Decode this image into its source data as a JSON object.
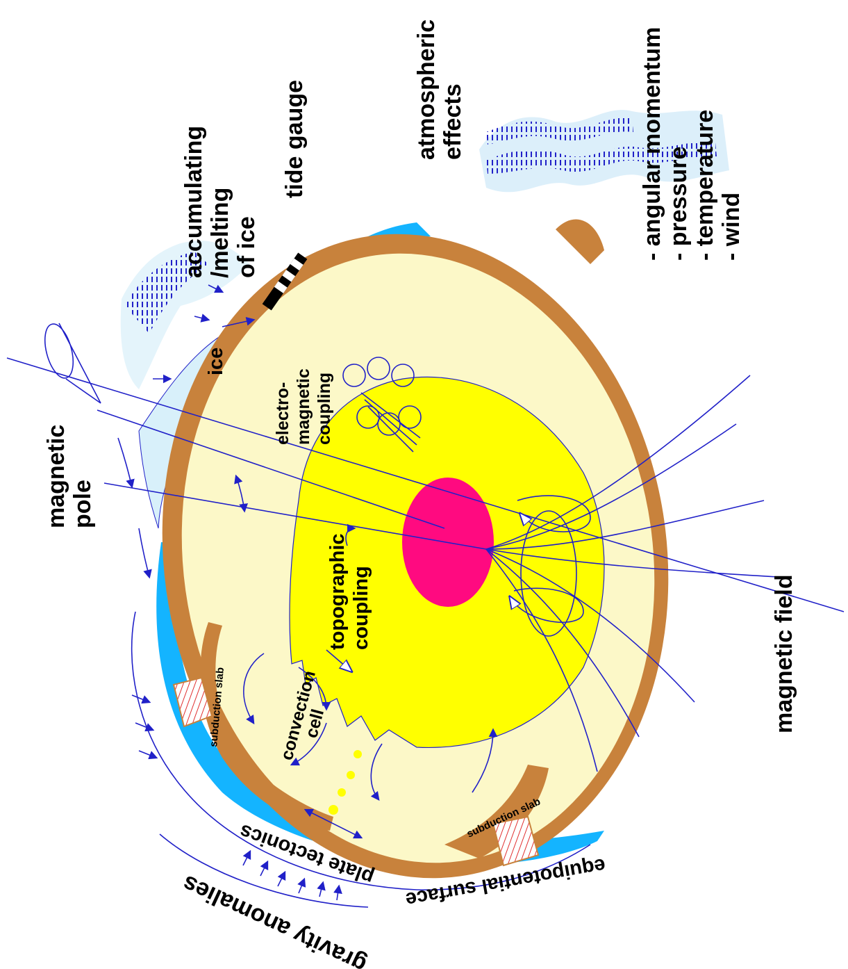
{
  "labels": {
    "magnetic_pole": [
      "magnetic",
      "pole"
    ],
    "accumulating_ice": [
      "accumulating",
      "/melting",
      "of ice"
    ],
    "tide_gauge": "tide gauge",
    "atmospheric_effects": [
      "atmospheric",
      "effects"
    ],
    "atmo_list": [
      "- angular momentum",
      "- pressure",
      "- temperature",
      "- wind"
    ],
    "ice": "ice",
    "electromagnetic_coupling": [
      "electro-",
      "magnetic",
      "coupling"
    ],
    "topographic_coupling": [
      "topographic",
      "coupling"
    ],
    "magnetic_field": "magnetic field",
    "convection_cell": [
      "convection",
      "cell"
    ],
    "subduction_slab_left": "subduction slab",
    "subduction_slab_bottom": "subduction slab",
    "plate_tectonics": "plate tectonics",
    "equipotential_surface": "equipotential surface",
    "gravity_anomalies": "gravity anomalies"
  },
  "colors": {
    "mantle": "#fcf8c8",
    "outer_core": "#ffff00",
    "inner_core": "#ff0a80",
    "crust": "#c8823c",
    "ocean": "#14b4ff",
    "lines": "#2020c8",
    "ice": "#d8f0fa"
  }
}
